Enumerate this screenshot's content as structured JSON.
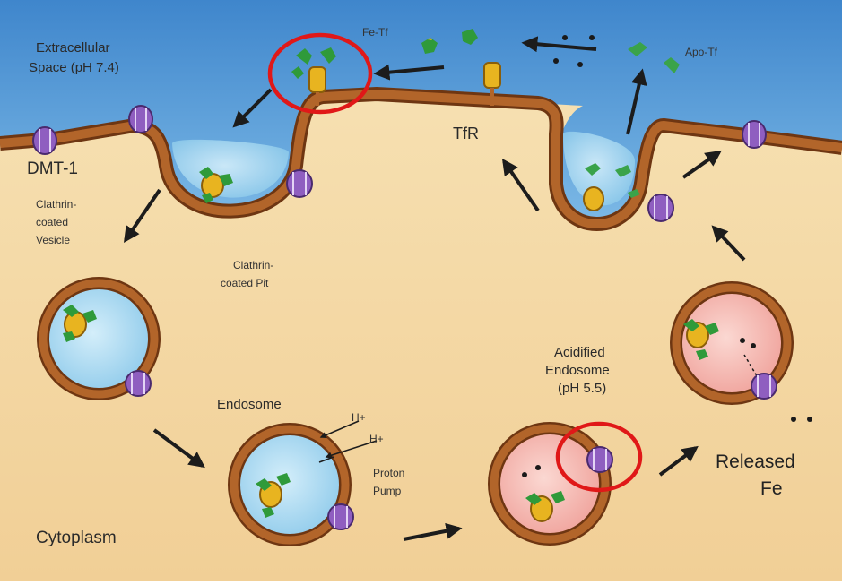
{
  "labels": {
    "extracellular_line1": "Extracellular",
    "extracellular_line2": "Space (pH 7.4)",
    "fe_tf": "Fe-Tf",
    "apo_tf": "Apo-Tf",
    "tfr": "TfR",
    "dmt1": "DMT-1",
    "clathrin_vesicle_line1": "Clathrin-",
    "clathrin_vesicle_line2": "coated",
    "clathrin_vesicle_line3": "Vesicle",
    "clathrin_pit_line1": "Clathrin-",
    "clathrin_pit_line2": "coated Pit",
    "endosome": "Endosome",
    "proton_pump_line1": "Proton",
    "proton_pump_line2": "Pump",
    "acidified_line1": "Acidified",
    "acidified_line2": "Endosome",
    "acidified_line3": "(pH 5.5)",
    "released_line1": "Released",
    "released_line2": "Fe",
    "cytoplasm": "Cytoplasm",
    "h_plus": "H+"
  },
  "colors": {
    "extracellular": "#4a90d0",
    "cytoplasm": "#f5dba8",
    "membrane": "#a55a25",
    "membrane_outline": "#6e3612",
    "vesicle_lumen": "#b4def2",
    "acidified_lumen": "#f5b9b4",
    "dmt1": "#9a6ac8",
    "transferrin": "#2f9a3a",
    "receptor": "#e8b420",
    "highlight_circle": "#e01818",
    "arrow": "#1c1c1c"
  },
  "highlights": [
    "fe-tf-receptor-binding",
    "dmt1-on-acidified-endosome"
  ]
}
